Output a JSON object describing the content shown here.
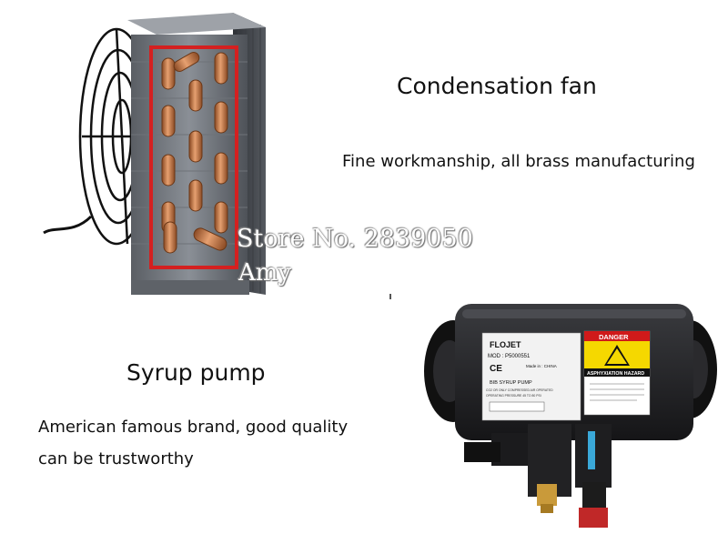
{
  "condensation": {
    "title": "Condensation fan",
    "description": "Fine workmanship, all brass manufacturing"
  },
  "syrup_pump": {
    "title": "Syrup pump",
    "description_line1": "American famous brand, good quality",
    "description_line2": "can be trustworthy"
  },
  "watermark": {
    "store": "Store No. 2839050",
    "name": "Amy"
  },
  "pump_label": {
    "brand": "FLOJET",
    "model": "MOD : P5000551",
    "ce": "CE",
    "made_in": "Made in : CHINA",
    "product": "BIB SYRUP PUMP",
    "warning": "CO2 OR ONLY COMPRESSED AIR OPERATED",
    "pressure": "OPERATING PRESSURE 45 TO 80 PSI",
    "danger": "DANGER",
    "hazard": "ASPHYXIATION HAZARD"
  },
  "colors": {
    "highlight_frame": "#d42020",
    "copper": "#c87a48",
    "pump_body": "#1c1c1e",
    "danger_red": "#d01a1a",
    "warning_yellow": "#f5d800"
  }
}
